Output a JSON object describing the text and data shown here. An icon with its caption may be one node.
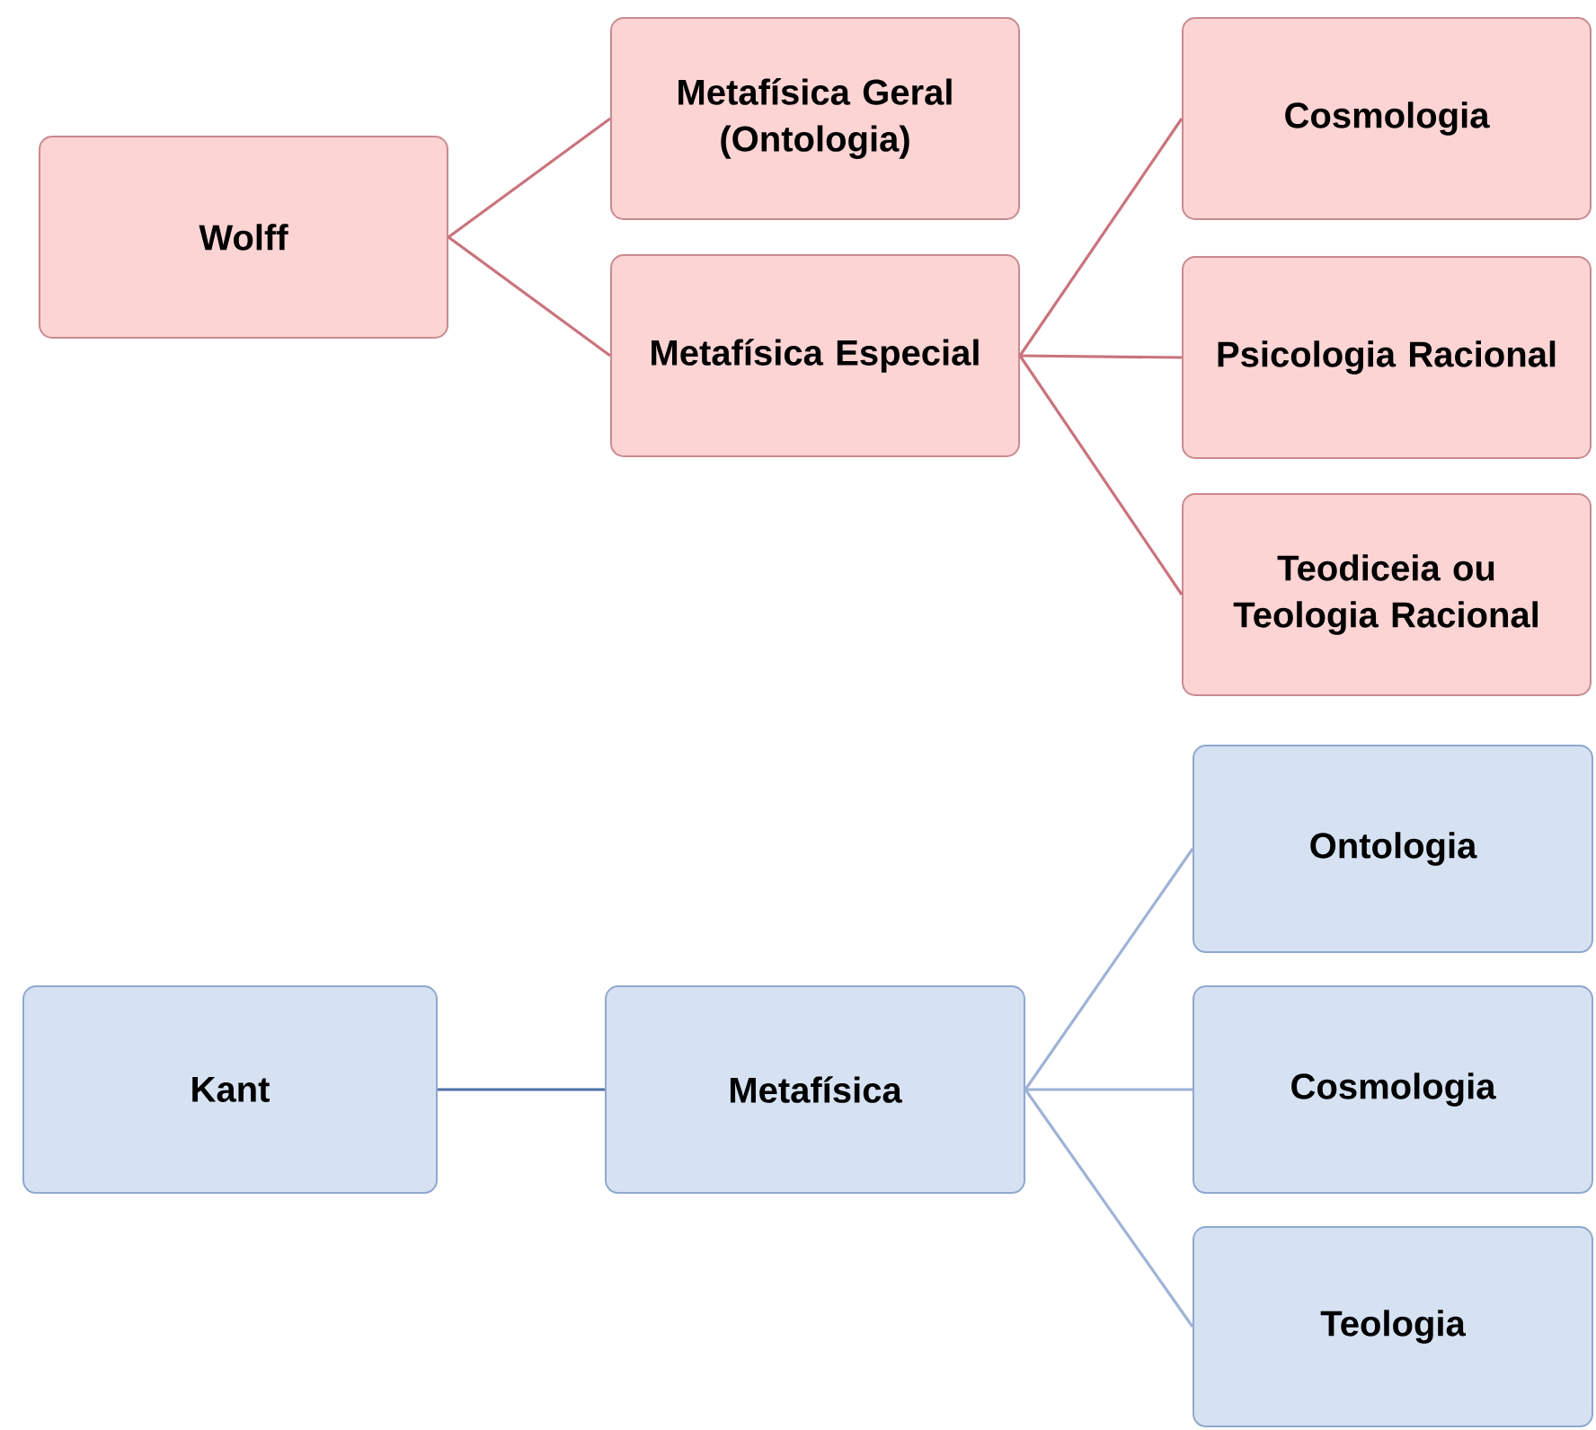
{
  "diagram": {
    "nodes": [
      {
        "text": [
          "Wolff"
        ]
      },
      {
        "text": [
          "Metafísica Geral (Ontologia)"
        ]
      },
      {
        "text": [
          "Metafísica Especial"
        ]
      },
      {
        "text": [
          "Cosmologia"
        ]
      },
      {
        "text": [
          "Psicologia Racional"
        ]
      },
      {
        "text": [
          "Teodiceia ou Teologia Racional"
        ]
      },
      {
        "text": [
          "Kant"
        ]
      },
      {
        "text": [
          "Metafísica"
        ]
      },
      {
        "text": [
          "Ontologia"
        ]
      },
      {
        "text": [
          "Cosmologia"
        ]
      },
      {
        "text": [
          "Teologia"
        ]
      }
    ],
    "edges": [
      {
        "from": 0,
        "to": 1,
        "arrow": "none"
      },
      {
        "from": 0,
        "to": 2,
        "arrow": "none"
      },
      {
        "from": 2,
        "to": 3,
        "arrow": "none"
      },
      {
        "from": 2,
        "to": 4,
        "arrow": "none"
      },
      {
        "from": 2,
        "to": 5,
        "arrow": "none"
      },
      {
        "from": 6,
        "to": 7,
        "arrow": "none",
        "color": "#4f6fa8"
      },
      {
        "from": 7,
        "to": 8,
        "arrow": "none",
        "color": "#9fb3d6"
      },
      {
        "from": 7,
        "to": 9,
        "arrow": "none",
        "color": "#9fb3d6"
      },
      {
        "from": 7,
        "to": 10,
        "arrow": "none",
        "color": "#9fb3d6"
      }
    ]
  }
}
